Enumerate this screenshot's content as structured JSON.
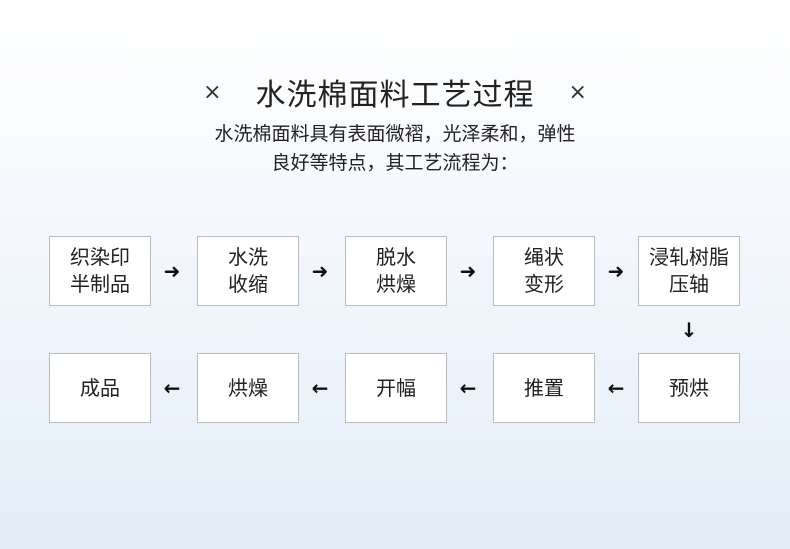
{
  "header": {
    "left_mark": "×",
    "title": "水洗棉面料工艺过程",
    "right_mark": "×"
  },
  "description": {
    "line1": "水洗棉面料具有表面微褶，光泽柔和，弹性",
    "line2": "良好等特点，其工艺流程为："
  },
  "steps": [
    {
      "line1": "织染印",
      "line2": "半制品"
    },
    {
      "line1": "水洗",
      "line2": "收缩"
    },
    {
      "line1": "脱水",
      "line2": "烘燥"
    },
    {
      "line1": "绳状",
      "line2": "变形"
    },
    {
      "line1": "浸轧树脂",
      "line2": "压轴"
    },
    {
      "line1": "预烘"
    },
    {
      "line1": "推置"
    },
    {
      "line1": "开幅"
    },
    {
      "line1": "烘燥"
    },
    {
      "line1": "成品"
    }
  ],
  "arrows": {
    "right": "➜",
    "down": "↓",
    "left": "←"
  }
}
